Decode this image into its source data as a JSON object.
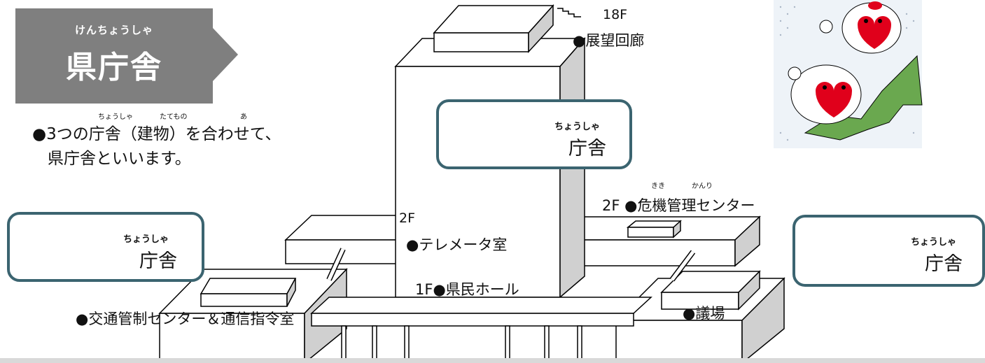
{
  "title": {
    "ruby": "けんちょうしゃ",
    "main": "県庁舎"
  },
  "description": {
    "line1_a": "●3つの",
    "line1_ruby1": "ちょうしゃ",
    "line1_b": "庁舎（建物）を合わせて、",
    "line1_ruby2": "たてもの",
    "line1_ruby3": "あ",
    "line2": "県庁舎といいます。"
  },
  "callouts": {
    "center": {
      "ruby": "ちょうしゃ",
      "main": "庁舎"
    },
    "left": {
      "ruby": "ちょうしゃ",
      "main": "庁舎"
    },
    "right": {
      "ruby": "ちょうしゃ",
      "main": "庁舎"
    }
  },
  "floors": {
    "f18_floor": "18F",
    "f18_label": "●展望回廊",
    "f2_left_floor": "2F",
    "f2_left_label": "●テレメータ室",
    "f1_label": "1F●県民ホール",
    "f2_right_label": "2F ●危機管理センター",
    "f2_right_ruby1": "きき",
    "f2_right_ruby2": "かんり",
    "traffic_label": "●交通管制センター＆通信指令室",
    "assembly_label": "●議場"
  },
  "colors": {
    "title_bg": "#7f7f7f",
    "callout_border": "#3b6470",
    "map_green": "#6aa84f",
    "mascot_red": "#e0001b"
  },
  "icons": {
    "mascot": "mascot-bird-illustration"
  }
}
